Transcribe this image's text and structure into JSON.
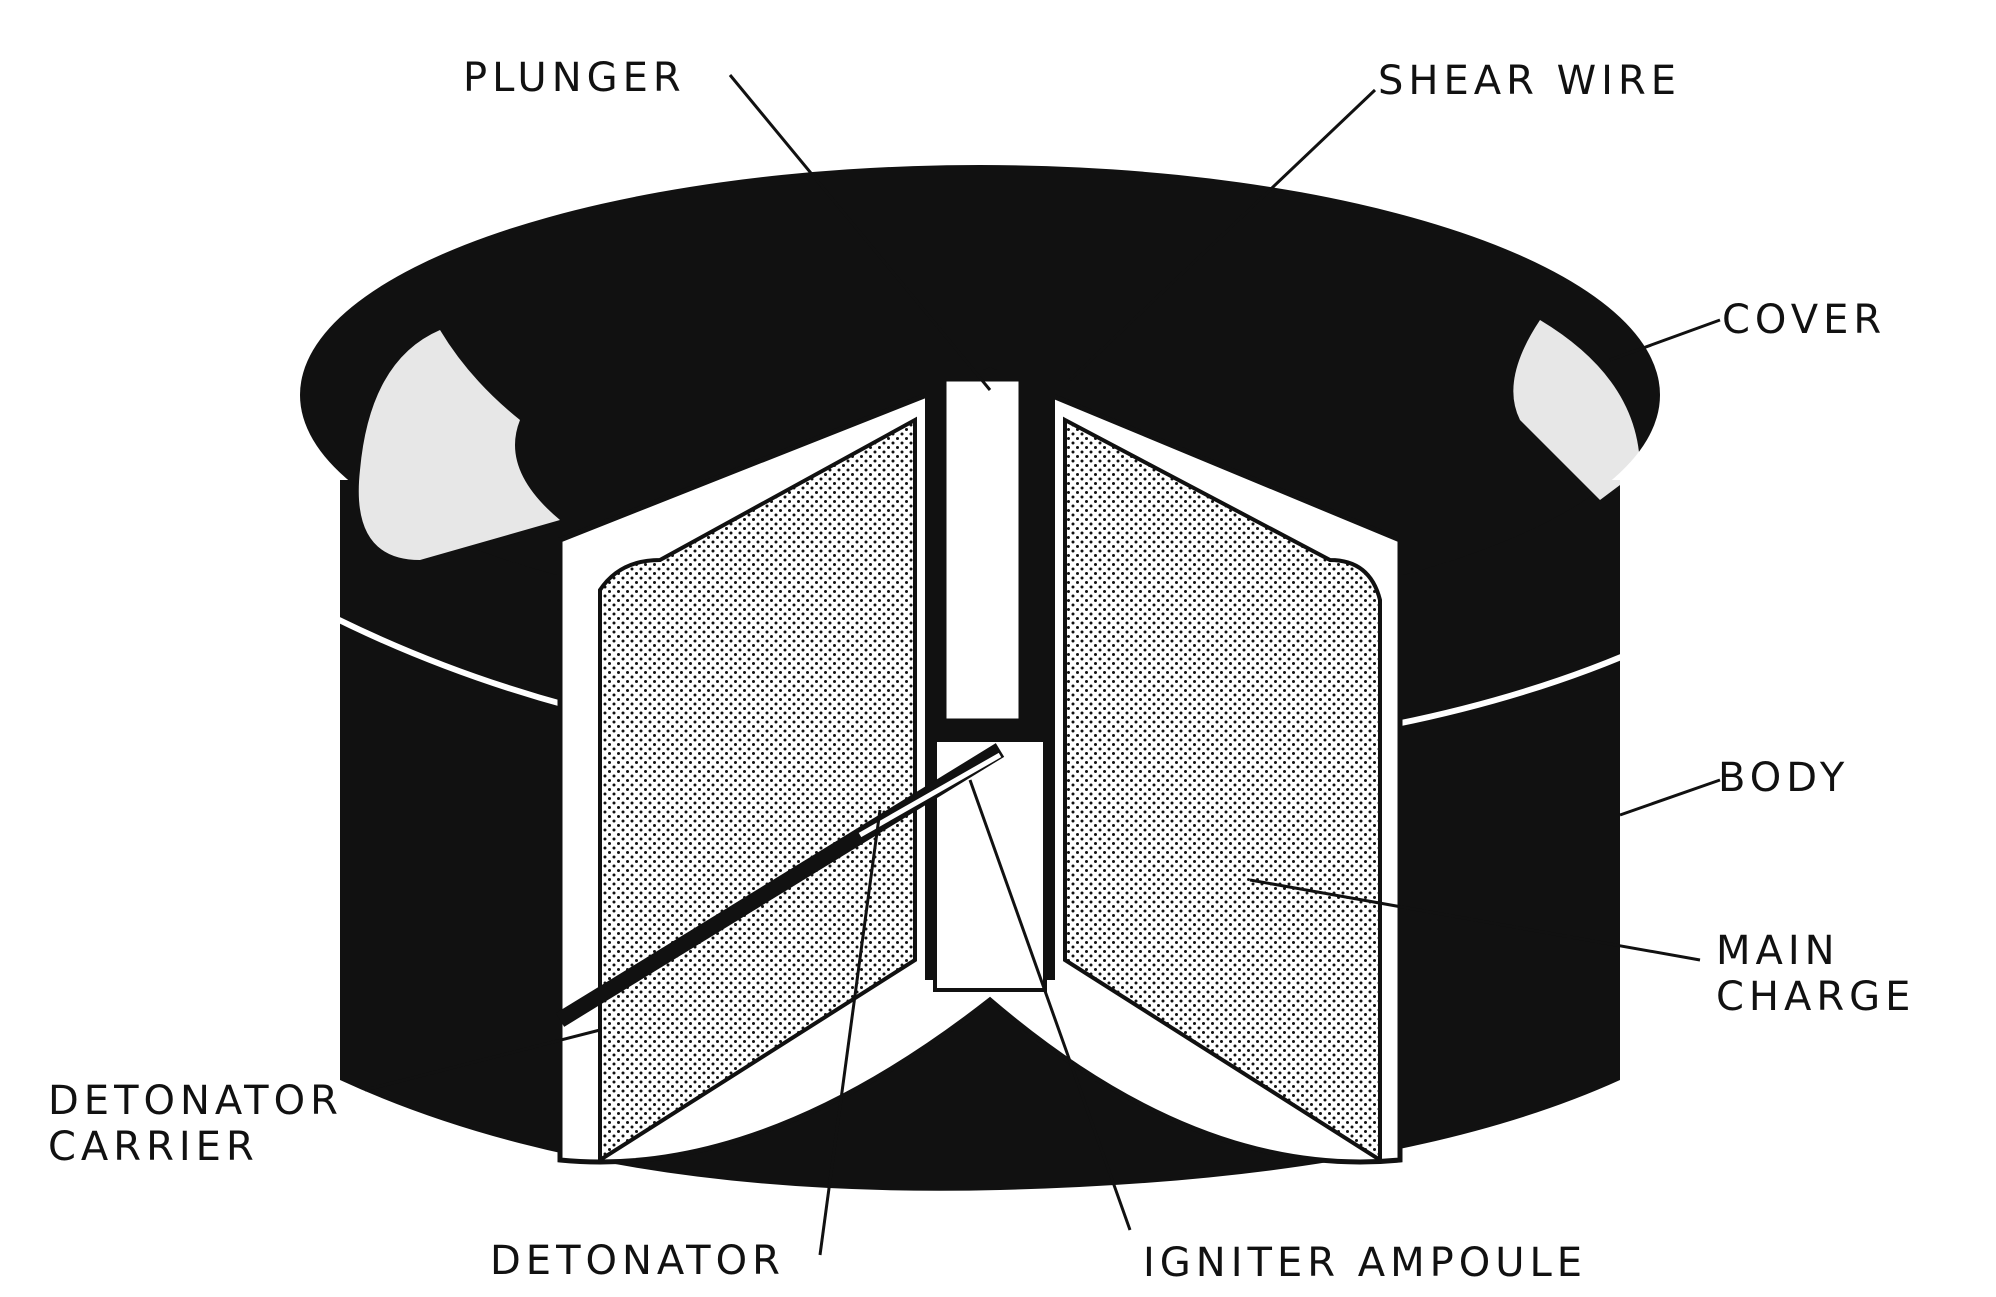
{
  "diagram": {
    "labels": {
      "plunger": "PLUNGER",
      "shear_wire": "SHEAR WIRE",
      "cover": "COVER",
      "body": "BODY",
      "main_charge_line1": "MAIN",
      "main_charge_line2": "CHARGE",
      "detonator_carrier_line1": "DETONATOR",
      "detonator_carrier_line2": "CARRIER",
      "detonator": "DETONATOR",
      "igniter_ampoule": "IGNITER AMPOULE"
    },
    "colors": {
      "ink": "#111111",
      "paper": "#ffffff",
      "stipple": "#d9d9d9"
    }
  }
}
